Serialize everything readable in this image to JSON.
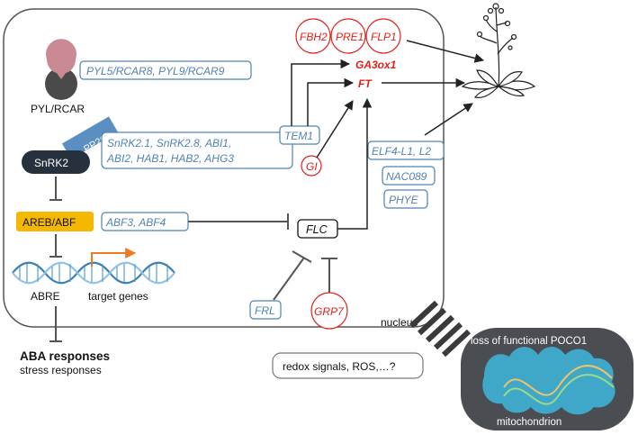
{
  "labels": {
    "receptor": "PYL/RCAR",
    "pyl_genes": "PYL5/RCAR8, PYL9/RCAR9",
    "pp2c": "PP2C",
    "snrk2": "SnRK2",
    "snrk2_genes_1": "SnRK2.1, SnRK2.8, ABI1,",
    "snrk2_genes_2": "ABI2, HAB1, HAB2, AHG3",
    "areb": "AREB/ABF",
    "abf_genes": "ABF3, ABF4",
    "abre": "ABRE",
    "target_genes": "target genes",
    "aba_responses": "ABA responses",
    "stress_responses": "stress responses",
    "nucleus": "nucleus",
    "fbh2": "FBH2",
    "pre1": "PRE1",
    "flp1": "FLP1",
    "ga3ox1": "GA3ox1",
    "ft": "FT",
    "tem1": "TEM1",
    "gi": "GI",
    "elf4": "ELF4-L1, L2",
    "nac089": "NAC089",
    "phye": "PHYE",
    "flc": "FLC",
    "frl": "FRL",
    "grp7": "GRP7",
    "redox": "redox signals, ROS,…?",
    "poco1": "loss of functional POCO1",
    "mitochondrion": "mitochondrion"
  },
  "colors": {
    "gene_blue": "#4f82b4",
    "gene_red": "#e0201b",
    "areb_fill": "#f5b800",
    "snrk2_fill": "#27313d",
    "pp2c_fill": "#5b8fc2",
    "receptor_top": "#c98a93",
    "receptor_bottom": "#4a4a4a",
    "target_arrow": "#ee7a22",
    "mito_outer": "#4a4d52",
    "mito_inner": "#3fa8c9"
  }
}
